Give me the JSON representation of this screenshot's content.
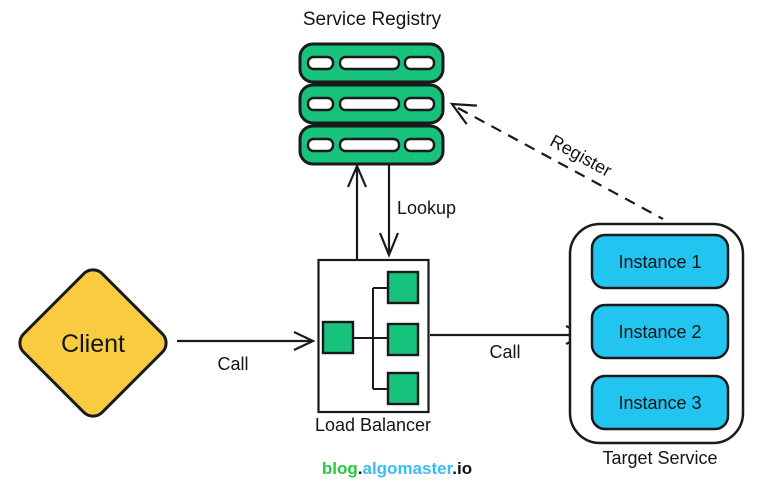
{
  "colors": {
    "node_green": "#16C27C",
    "client_yellow": "#F9CB40",
    "instance_cyan": "#22C4F0",
    "outline": "#1a1a1a",
    "brand_green": "#27C93F",
    "brand_blue": "#38BDF8",
    "brand_dark": "#111111"
  },
  "nodes": {
    "service_registry": {
      "label": "Service Registry"
    },
    "client": {
      "label": "Client"
    },
    "load_balancer": {
      "label": "Load Balancer"
    },
    "target_service": {
      "label": "Target Service",
      "instances": [
        "Instance 1",
        "Instance 2",
        "Instance 3"
      ]
    }
  },
  "edges": {
    "call_client_to_lb": {
      "label": "Call"
    },
    "call_lb_to_service": {
      "label": "Call"
    },
    "lookup": {
      "label": "Lookup"
    },
    "register": {
      "label": "Register"
    }
  },
  "branding": {
    "blog": "blog",
    "dot1": ".",
    "algomaster": "algomaster",
    "dot2": ".",
    "io": "io"
  }
}
